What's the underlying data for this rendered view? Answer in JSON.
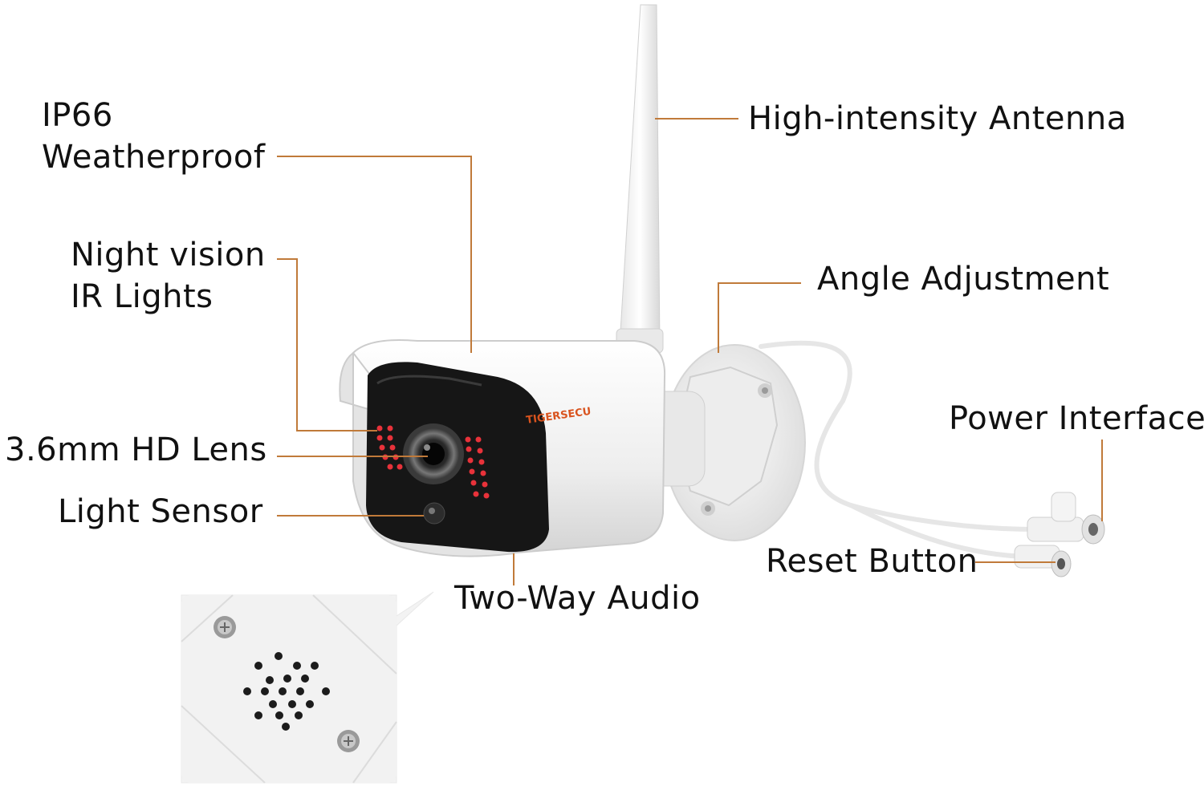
{
  "brand": "TIGERSECU",
  "labels": {
    "weatherproof": {
      "line1": "IP66",
      "line2": "Weatherproof"
    },
    "night_vision": {
      "line1": "Night vision",
      "line2": "IR Lights"
    },
    "lens": "3.6mm HD Lens",
    "light_sensor": "Light Sensor",
    "audio": "Two-Way Audio",
    "antenna": "High-intensity Antenna",
    "angle": "Angle Adjustment",
    "power": "Power Interface",
    "reset": "Reset Button"
  },
  "colors": {
    "leader_line": "#c07a3a",
    "ir_led": "#e8323a",
    "brand_text": "#d9531e",
    "camera_body": "#f2f2f2",
    "camera_face": "#1a1a1a"
  }
}
